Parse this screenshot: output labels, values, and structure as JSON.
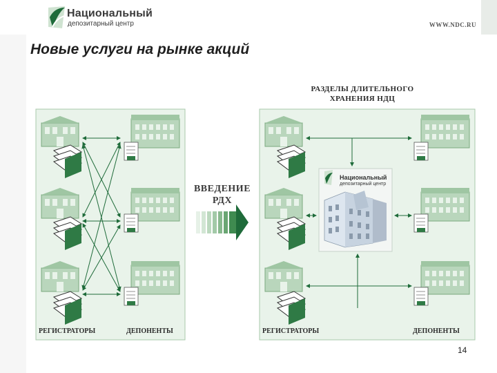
{
  "header": {
    "brand_line1": "Национальный",
    "brand_line2": "депозитарный центр",
    "url": "WWW.NDC.RU"
  },
  "title": "Новые услуги на рынке акций",
  "diagram": {
    "rdx_title_line1": "РАЗДЕЛЫ ДЛИТЕЛЬНОГО",
    "rdx_title_line2": "ХРАНЕНИЯ НДЦ",
    "left_label_registrars": "РЕГИСТРАТОРЫ",
    "left_label_depositors": "ДЕПОНЕНТЫ",
    "right_label_registrars": "РЕГИСТРАТОРЫ",
    "right_label_depositors": "ДЕПОНЕНТЫ",
    "intro_line1": "ВВЕДЕНИЕ",
    "intro_line2": "РДХ",
    "center_logo_line1": "Национальный",
    "center_logo_line2": "депозитарный центр"
  },
  "page_number": "14",
  "colors": {
    "green_dark": "#1f6b3a",
    "green_light": "#8fbf95",
    "panel_bg": "#e9f3ea",
    "panel_border": "#a8c9ab"
  }
}
